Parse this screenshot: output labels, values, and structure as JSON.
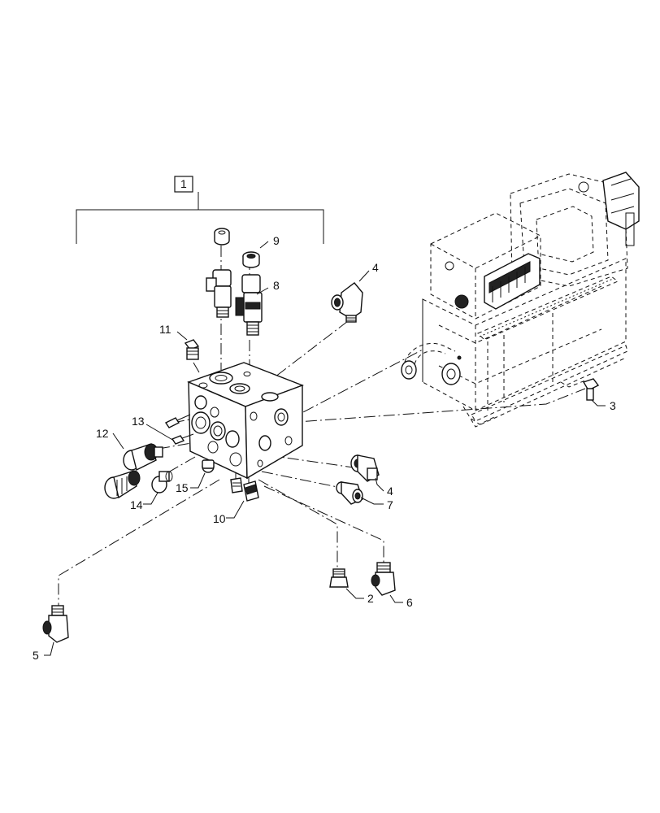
{
  "callouts": {
    "c1": "1",
    "c2": "2",
    "c3": "3",
    "c4a": "4",
    "c4b": "4",
    "c5": "5",
    "c6": "6",
    "c7": "7",
    "c8": "8",
    "c9": "9",
    "c10": "10",
    "c11": "11",
    "c12": "12",
    "c13": "13",
    "c14": "14",
    "c15": "15"
  },
  "colors": {
    "line": "#111111",
    "background": "#ffffff",
    "fill_dark": "#222222",
    "fill_grey": "#cfcfcf"
  }
}
